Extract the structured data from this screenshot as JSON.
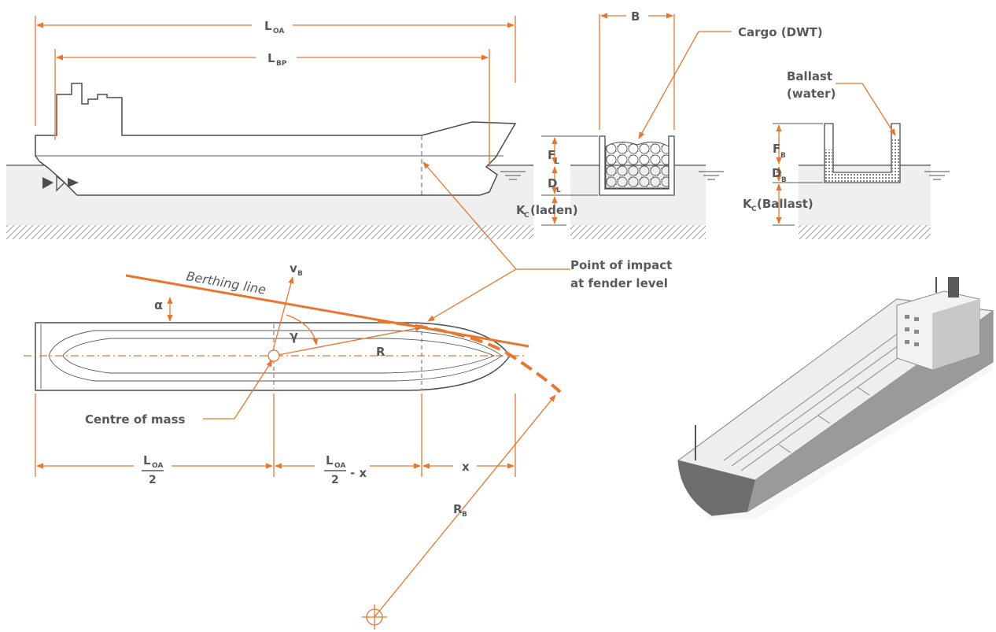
{
  "labels": {
    "loa": "L",
    "loa_sub": "OA",
    "lbp": "L",
    "lbp_sub": "BP",
    "beam": "B",
    "cargo": "Cargo (DWT)",
    "ballast_line1": "Ballast",
    "ballast_line2": "(water)",
    "fl": "F",
    "fl_sub": "L",
    "dl": "D",
    "dl_sub": "L",
    "kc_laden": "K",
    "kc_laden_sub": "C",
    "kc_laden_text": " (laden)",
    "fb": "F",
    "fb_sub": "B",
    "db": "D",
    "db_sub": "B",
    "kc_ballast": "K",
    "kc_ballast_sub": "C",
    "kc_ballast_text": " (Ballast)",
    "impact_line1": "Point of impact",
    "impact_line2": "at fender level",
    "berthing_line": "Berthing line",
    "vb": "v",
    "vb_sub": "B",
    "alpha": "α",
    "gamma": "γ",
    "r": "R",
    "centre_mass": "Centre of mass",
    "frac1_num": "L",
    "frac1_sub": "OA",
    "frac1_den": "2",
    "frac2_num": "L",
    "frac2_sub": "OA",
    "frac2_den": "2",
    "frac2_minus": "- x",
    "x": "x",
    "rb": "R",
    "rb_sub": "B"
  },
  "colors": {
    "accent": "#e8762c",
    "text": "#58595b",
    "hull": "#4d4d4f",
    "water": "#efefef"
  }
}
